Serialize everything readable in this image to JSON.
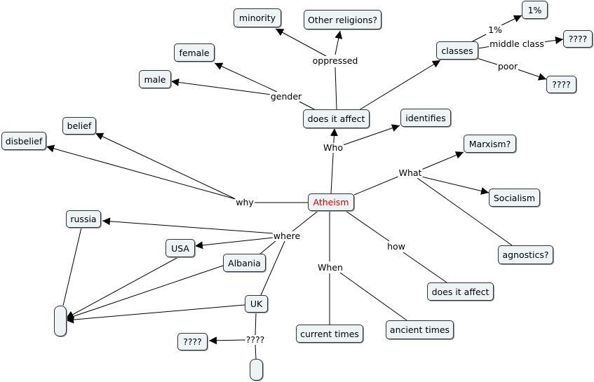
{
  "root": {
    "label": "Atheism",
    "color": "#d40000"
  },
  "colors": {
    "node_fill": "#eef4f6",
    "node_border": "#333333",
    "line": "#000000"
  },
  "nodes": {
    "atheism": "Atheism",
    "does_it_affect_top": "does it affect",
    "minority": "minority",
    "other_religions": "Other religions?",
    "female": "female",
    "male": "male",
    "classes": "classes",
    "one_percent_box": "1%",
    "middle_unknown": "????",
    "poor_unknown": "????",
    "identifies": "identifies",
    "belief": "belief",
    "disbelief": "disbelief",
    "marxism": "Marxism?",
    "socialism": "Socialism",
    "agnostics": "agnostics?",
    "russia": "russia",
    "usa": "USA",
    "albania": "Albania",
    "uk": "UK",
    "uk_unknown": "????",
    "blank_left": "",
    "blank_bottom": "",
    "does_it_affect_bottom": "does it affect",
    "current_times": "current times",
    "ancient_times": "ancient times"
  },
  "edge_labels": {
    "oppressed": "oppressed",
    "gender": "gender",
    "one_percent": "1%",
    "middle_class": "middle class",
    "poor": "poor",
    "who": "Who",
    "what": "What",
    "why": "why",
    "where": "where",
    "how": "how",
    "when": "When",
    "uk_unknown": "????"
  }
}
